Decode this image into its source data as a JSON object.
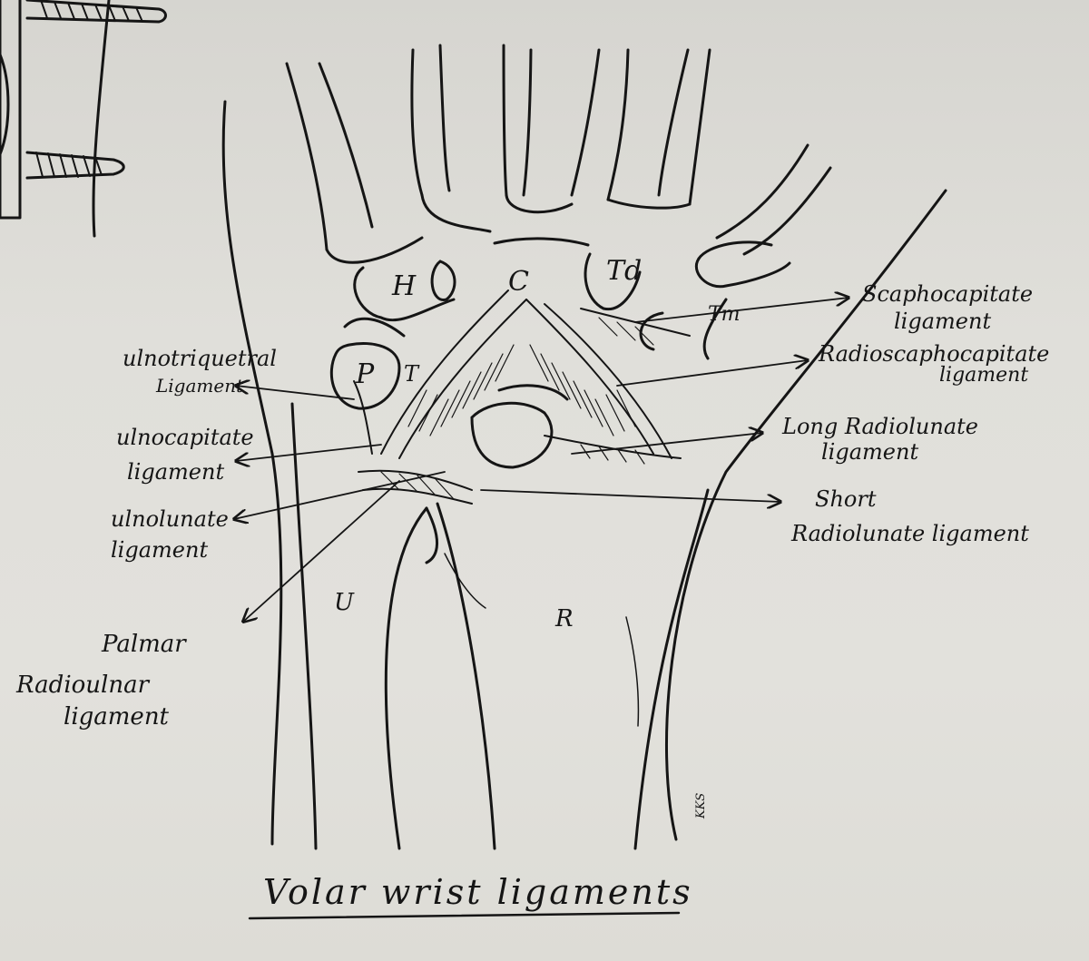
{
  "title": "Volar wrist ligaments",
  "bones": {
    "hamate": "H",
    "capitate": "C",
    "trapezoid": "Td",
    "trapezium": "Tm",
    "pisiform": "P",
    "triquetrum": "T",
    "ulna": "U",
    "radius": "R"
  },
  "labels": {
    "scaphocapitate_1": "Scaphocapitate",
    "scaphocapitate_2": "ligament",
    "radioscaphocapitate_1": "Radioscaphocapitate",
    "radioscaphocapitate_2": "ligament",
    "long_radiolunate_1": "Long Radiolunate",
    "long_radiolunate_2": "ligament",
    "short_radiolunate_1": "Short",
    "short_radiolunate_2": "Radiolunate ligament",
    "ulnotriquetral_1": "ulnotriquetral",
    "ulnotriquetral_2": "Ligament",
    "ulnocapitate_1": "ulnocapitate",
    "ulnocapitate_2": "ligament",
    "ulnolunate_1": "ulnolunate",
    "ulnolunate_2": "ligament",
    "palmar_radioulnar_1": "Palmar",
    "palmar_radioulnar_2": "Radioulnar",
    "palmar_radioulnar_3": "ligament"
  },
  "signature": "KKS",
  "colors": {
    "ink": "#151515",
    "paper": "#e0dfda"
  }
}
